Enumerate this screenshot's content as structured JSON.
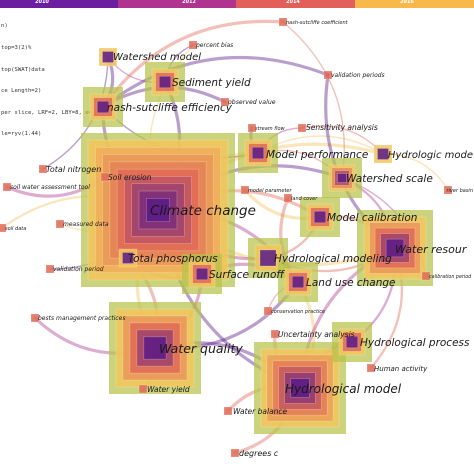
{
  "timeline": {
    "segments": [
      {
        "label": "2010",
        "color": "#6b1fa0"
      },
      {
        "label": "2012",
        "color": "#b0338f"
      },
      {
        "label": "2014",
        "color": "#e25f5b"
      },
      {
        "label": "2016",
        "color": "#f8b84a"
      }
    ]
  },
  "info_lines": [
    "n)",
    "top=3(2)%",
    "top(SWAT)data",
    "ce Length=2)",
    "per slice, LRF=2, LBY=8, e=2.0",
    "le=ryv(1.44)"
  ],
  "colors": {
    "early": "#5a1a86",
    "mid": "#b03a8e",
    "late": "#e06a55",
    "recent": "#f3c45a",
    "halo": "#b7c24a"
  },
  "nodes": [
    {
      "id": "climate-change",
      "label": "Climate change",
      "size": "xl",
      "rings": 9
    },
    {
      "id": "water-quality",
      "label": "Water quality",
      "size": "l",
      "rings": 5
    },
    {
      "id": "hydrological-model",
      "label": "Hydrological model",
      "size": "l",
      "rings": 6
    },
    {
      "id": "water-resources",
      "label": "Water resour",
      "size": "m",
      "rings": 5
    },
    {
      "id": "model-performance",
      "label": "Model performance",
      "size": "s",
      "rings": 3
    },
    {
      "id": "watershed-scale",
      "label": "Watershed scale",
      "size": "s",
      "rings": 4
    },
    {
      "id": "hydrologic-model",
      "label": "Hydrologic mode",
      "size": "xs",
      "rings": 2
    },
    {
      "id": "model-calibration",
      "label": "Model calibration",
      "size": "s",
      "rings": 3
    },
    {
      "id": "hydrological-modeling",
      "label": "Hydrological modeling",
      "size": "s",
      "rings": 2
    },
    {
      "id": "land-use-change",
      "label": "Land use change",
      "size": "s",
      "rings": 3
    },
    {
      "id": "hydrological-process",
      "label": "Hydrological process",
      "size": "s",
      "rings": 3
    },
    {
      "id": "surface-runoff",
      "label": "Surface runoff",
      "size": "s",
      "rings": 3
    },
    {
      "id": "total-phosphorus",
      "label": "Total phosphorus",
      "size": "xs",
      "rings": 2
    },
    {
      "id": "nash-sutcliffe-efficiency",
      "label": "nash-sutcliffe efficiency",
      "size": "s",
      "rings": 3
    },
    {
      "id": "sediment-yield",
      "label": "Sediment yield",
      "size": "s",
      "rings": 3
    },
    {
      "id": "watershed-model",
      "label": "Watershed model",
      "size": "xs",
      "rings": 2
    },
    {
      "id": "total-nitrogen",
      "label": "Total nitrogen",
      "size": "xxs",
      "rings": 1
    },
    {
      "id": "soil-erosion",
      "label": "Soil erosion",
      "size": "xxs",
      "rings": 1
    },
    {
      "id": "sensitivity-analysis",
      "label": "Sensitivity analysis",
      "size": "xxs",
      "rings": 1
    },
    {
      "id": "uncertainty-analysis",
      "label": "Uncertainty analysis",
      "size": "xxs",
      "rings": 1
    },
    {
      "id": "human-activity",
      "label": "Human activity",
      "size": "xxs",
      "rings": 1
    },
    {
      "id": "water-balance",
      "label": "Water balance",
      "size": "xxs",
      "rings": 1
    },
    {
      "id": "water-yield",
      "label": "Water yield",
      "size": "xxs",
      "rings": 1
    },
    {
      "id": "degrees-c",
      "label": "degrees c",
      "size": "xxs",
      "rings": 1
    },
    {
      "id": "percent-bias",
      "label": "percent bias",
      "size": "xxs",
      "rings": 1
    },
    {
      "id": "observed-value",
      "label": "observed value",
      "size": "xxs",
      "rings": 1
    },
    {
      "id": "soil-water-assessment-tool",
      "label": "soil water assessment tool",
      "size": "xxs",
      "rings": 1
    },
    {
      "id": "measured-data",
      "label": "measured data",
      "size": "xxs",
      "rings": 1
    },
    {
      "id": "validation-period",
      "label": "validation period",
      "size": "xxs",
      "rings": 1
    },
    {
      "id": "validation-periods",
      "label": "validation periods",
      "size": "xxs",
      "rings": 1
    },
    {
      "id": "nash-sutcliffe-coefficient",
      "label": "nash-sutcliffe coefficient",
      "size": "xxs",
      "rings": 1
    },
    {
      "id": "best-management-practices",
      "label": "bests management practices",
      "size": "xxs",
      "rings": 1
    },
    {
      "id": "conservation-practice",
      "label": "conservation practice",
      "size": "xxs",
      "rings": 1
    },
    {
      "id": "stream-flow",
      "label": "stream flow",
      "size": "xxs",
      "rings": 1
    },
    {
      "id": "model-parameter",
      "label": "model parameter",
      "size": "xxs",
      "rings": 1
    },
    {
      "id": "land-cover",
      "label": "land cover",
      "size": "xxs",
      "rings": 1
    },
    {
      "id": "calibration-period",
      "label": "calibration period",
      "size": "xxs",
      "rings": 1
    },
    {
      "id": "river-basin",
      "label": "river basin",
      "size": "xxs",
      "rings": 1
    },
    {
      "id": "soil-data",
      "label": "soil data",
      "size": "xxs",
      "rings": 1
    }
  ],
  "links": [
    [
      "climate-change",
      "water-quality"
    ],
    [
      "climate-change",
      "hydrological-model"
    ],
    [
      "climate-change",
      "water-resources"
    ],
    [
      "climate-change",
      "model-performance"
    ],
    [
      "climate-change",
      "watershed-scale"
    ],
    [
      "climate-change",
      "land-use-change"
    ],
    [
      "climate-change",
      "hydrological-modeling"
    ],
    [
      "climate-change",
      "surface-runoff"
    ],
    [
      "climate-change",
      "nash-sutcliffe-efficiency"
    ],
    [
      "climate-change",
      "sediment-yield"
    ],
    [
      "climate-change",
      "total-phosphorus"
    ],
    [
      "climate-change",
      "model-calibration"
    ],
    [
      "climate-change",
      "hydrologic-model"
    ],
    [
      "climate-change",
      "soil-erosion"
    ],
    [
      "water-quality",
      "hydrological-model"
    ],
    [
      "water-quality",
      "total-phosphorus"
    ],
    [
      "water-quality",
      "surface-runoff"
    ],
    [
      "water-quality",
      "best-management-practices"
    ],
    [
      "water-quality",
      "water-yield"
    ],
    [
      "water-quality",
      "land-use-change"
    ],
    [
      "hydrological-model",
      "hydrological-process"
    ],
    [
      "hydrological-model",
      "land-use-change"
    ],
    [
      "hydrological-model",
      "water-balance"
    ],
    [
      "hydrological-model",
      "degrees-c"
    ],
    [
      "hydrological-model",
      "water-resources"
    ],
    [
      "hydrological-model",
      "uncertainty-analysis"
    ],
    [
      "water-resources",
      "model-calibration"
    ],
    [
      "water-resources",
      "hydrological-modeling"
    ],
    [
      "water-resources",
      "hydrological-process"
    ],
    [
      "water-resources",
      "human-activity"
    ],
    [
      "water-resources",
      "watershed-scale"
    ],
    [
      "model-performance",
      "watershed-scale"
    ],
    [
      "model-performance",
      "sensitivity-analysis"
    ],
    [
      "model-performance",
      "nash-sutcliffe-efficiency"
    ],
    [
      "model-performance",
      "hydrologic-model"
    ],
    [
      "sediment-yield",
      "watershed-model"
    ],
    [
      "sediment-yield",
      "percent-bias"
    ],
    [
      "nash-sutcliffe-efficiency",
      "observed-value"
    ],
    [
      "nash-sutcliffe-efficiency",
      "watershed-model"
    ],
    [
      "nash-sutcliffe-efficiency",
      "validation-periods"
    ],
    [
      "nash-sutcliffe-efficiency",
      "nash-sutcliffe-coefficient"
    ],
    [
      "watershed-model",
      "total-nitrogen"
    ],
    [
      "soil-erosion",
      "soil-water-assessment-tool"
    ],
    [
      "measured-data",
      "climate-change"
    ],
    [
      "validation-period",
      "climate-change"
    ],
    [
      "surface-runoff",
      "land-use-change"
    ],
    [
      "surface-runoff",
      "total-phosphorus"
    ],
    [
      "land-use-change",
      "conservation-practice"
    ],
    [
      "hydrological-modeling",
      "model-calibration"
    ],
    [
      "watershed-scale",
      "calibration-period"
    ],
    [
      "hydrologic-model",
      "river-basin"
    ],
    [
      "stream-flow",
      "model-performance"
    ],
    [
      "model-parameter",
      "model-calibration"
    ],
    [
      "land-cover",
      "land-use-change"
    ],
    [
      "soil-data",
      "climate-change"
    ],
    [
      "sensitivity-analysis",
      "hydrologic-model"
    ],
    [
      "validation-periods",
      "water-resources"
    ],
    [
      "nash-sutcliffe-coefficient",
      "watershed-scale"
    ],
    [
      "percent-bias",
      "climate-change"
    ]
  ]
}
